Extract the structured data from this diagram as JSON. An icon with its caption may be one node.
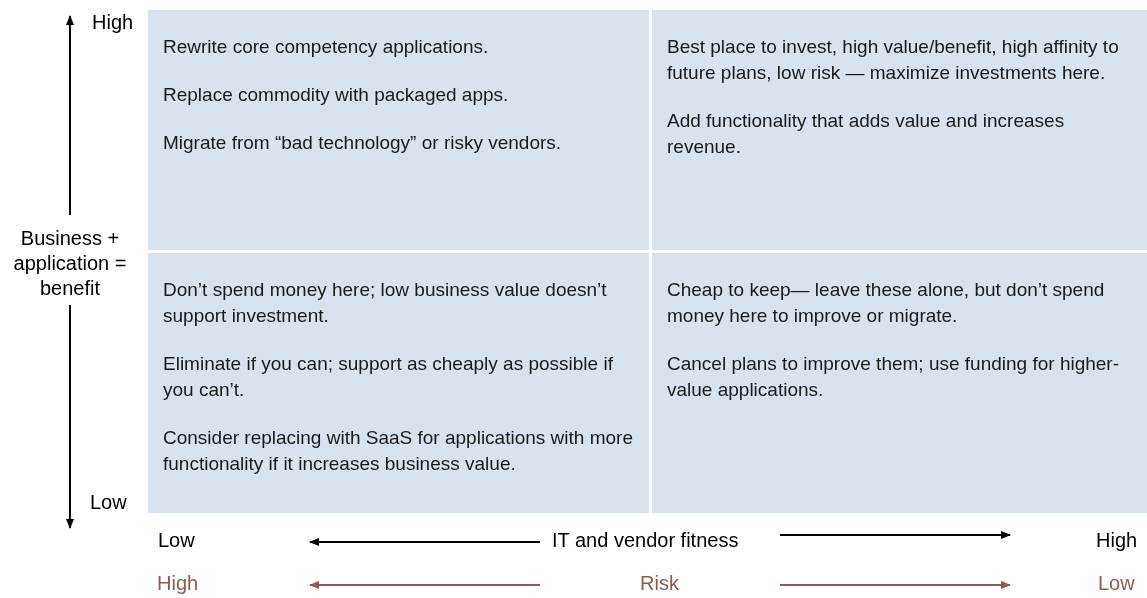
{
  "diagram": {
    "nodes": [
      {
        "text": [
          "Rewrite core competency applications.",
          "Replace commodity with packaged apps.",
          "Migrate from “bad technology” or risky vendors."
        ]
      },
      {
        "text": [
          "Best place to invest, high value/benefit, high affinity to future plans, low risk — maximize investments here.",
          "Add functionality that adds value and increases revenue."
        ]
      },
      {
        "text": [
          "Don’t spend money here; low business value doesn’t support investment.",
          "Eliminate if you can; support as cheaply as possible if you can’t.",
          "Consider replacing with SaaS for applications with more functionality if it increases business value."
        ]
      },
      {
        "text": [
          "Cheap to keep— leave these alone, but don’t spend money here to improve or migrate.",
          "Cancel plans to improve them; use funding for higher-value applications."
        ]
      }
    ],
    "labels": [
      "High",
      "Business + application = benefit",
      "Low",
      "Low",
      "IT and vendor fitness",
      "High",
      "High",
      "Risk",
      "Low"
    ]
  }
}
